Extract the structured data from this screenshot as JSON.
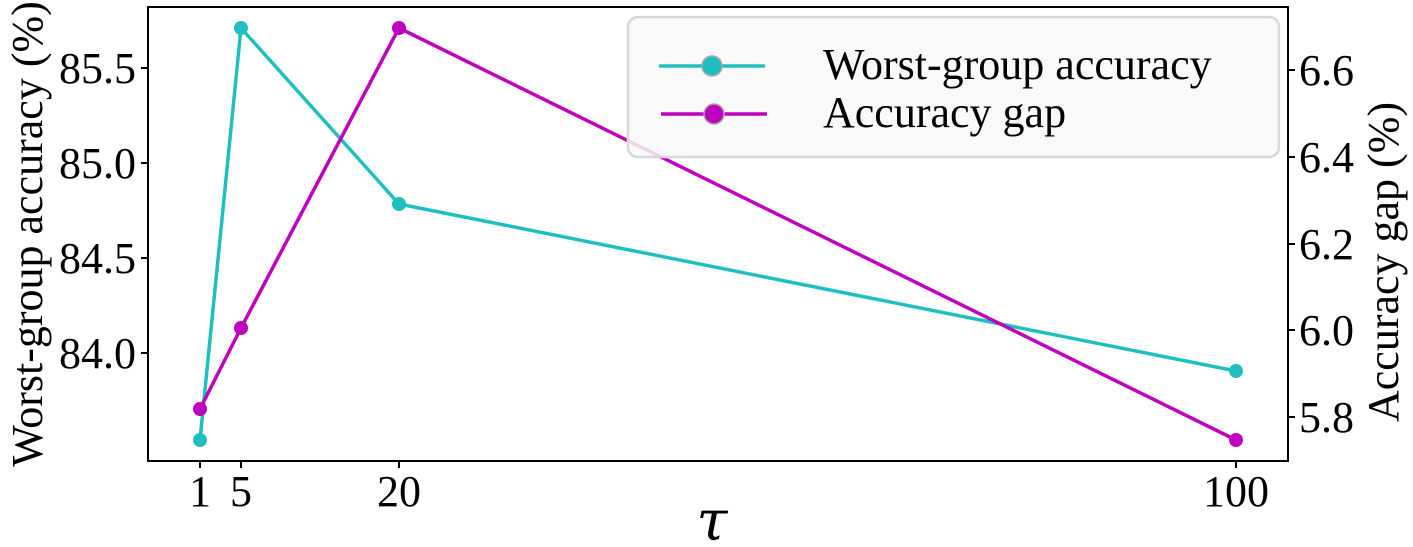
{
  "chart_data": {
    "type": "line",
    "title": "",
    "xlabel": "τ",
    "x": [
      1,
      5,
      20,
      100
    ],
    "x_tick_labels": [
      "1",
      "5",
      "20",
      "100"
    ],
    "series": [
      {
        "name": "Worst-group accuracy",
        "axis": "left",
        "color": "#1fbfbf",
        "values": [
          83.54,
          85.71,
          84.78,
          83.91
        ]
      },
      {
        "name": "Accuracy gap",
        "axis": "right",
        "color": "#bf00bf",
        "values": [
          5.82,
          6.0,
          6.7,
          5.75
        ]
      }
    ],
    "ylabel_left": "Worst-group accuracy (%)",
    "ylabel_right": "Accuracy gap (%)",
    "y_left_ticks": [
      "84.0",
      "84.5",
      "85.0",
      "85.5"
    ],
    "y_right_ticks": [
      "5.8",
      "6.0",
      "6.2",
      "6.4",
      "6.6"
    ],
    "ylim_left": [
      83.43,
      85.83
    ],
    "ylim_right": [
      5.72,
      6.75
    ],
    "grid": false,
    "legend_position": "upper right"
  }
}
